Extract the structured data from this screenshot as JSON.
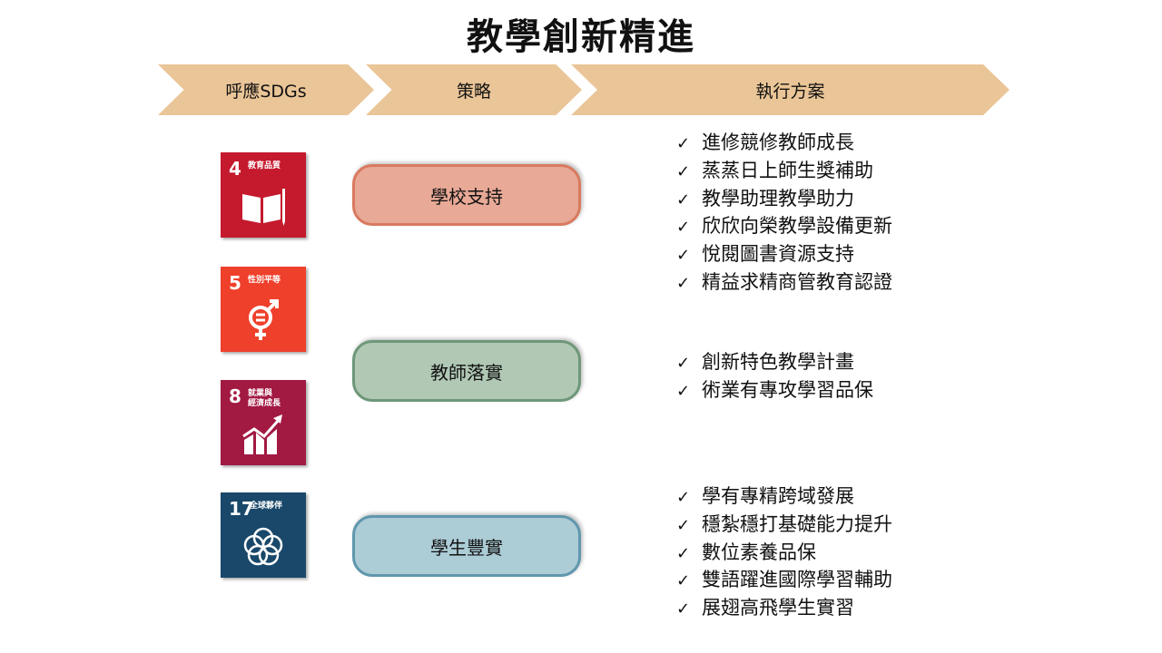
{
  "title": "教學創新精進",
  "headers": [
    "呼應SDGs",
    "策略",
    "執行方案"
  ],
  "sdgs": [
    {
      "number": "4",
      "label": "教育品質",
      "icon": "book-pencil-icon",
      "color": "#c5192d"
    },
    {
      "number": "5",
      "label": "性別平等",
      "icon": "gender-equality-icon",
      "color": "#ef402b"
    },
    {
      "number": "8",
      "label": "就業與\n經濟成長",
      "label_line1": "就業與",
      "label_line2": "經濟成長",
      "icon": "growth-chart-icon",
      "color": "#a21942"
    },
    {
      "number": "17",
      "label": "全球夥伴",
      "icon": "partnership-rings-icon",
      "color": "#19486a"
    }
  ],
  "strategies": [
    {
      "label": "學校支持",
      "fill": "#e8a996",
      "border": "#d97a5f"
    },
    {
      "label": "教師落實",
      "fill": "#b0c8b4",
      "border": "#6e9779"
    },
    {
      "label": "學生豐實",
      "fill": "#acccd6",
      "border": "#5f97ad"
    }
  ],
  "check_glyph": "✓",
  "plans": [
    [
      "進修競修教師成長",
      "蒸蒸日上師生獎補助",
      "教學助理教學助力",
      "欣欣向榮教學設備更新",
      "悅閱圖書資源支持",
      "精益求精商管教育認證"
    ],
    [
      "創新特色教學計畫",
      "術業有專攻學習品保"
    ],
    [
      "學有專精跨域發展",
      "穩紮穩打基礎能力提升",
      "數位素養品保",
      "雙語躍進國際學習輔助",
      "展翅高飛學生實習"
    ]
  ]
}
